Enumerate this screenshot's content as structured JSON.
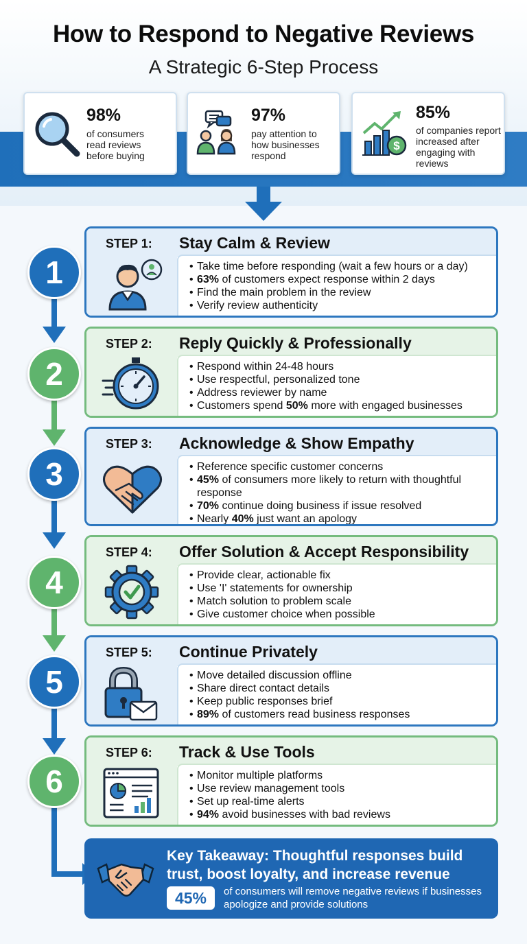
{
  "header": {
    "title": "How to Respond to Negative Reviews",
    "subtitle": "A Strategic 6-Step Process"
  },
  "stats": [
    {
      "value": "98%",
      "text": "of consumers read reviews before buying",
      "icon": "magnifier-icon"
    },
    {
      "value": "97%",
      "text": "pay attention to how businesses respond",
      "icon": "people-chat-icon"
    },
    {
      "value": "85%",
      "text": "of companies report increased after engaging with reviews",
      "icon": "growth-chart-icon"
    }
  ],
  "steps": [
    {
      "number": "1",
      "label": "STEP 1:",
      "title": "Stay Calm & Review",
      "icon": "person-icon",
      "bullets": [
        {
          "bold": "",
          "text": "Take time before responding (wait a few hours or a day)"
        },
        {
          "bold": "63%",
          "text": " of customers expect response within 2 days"
        },
        {
          "bold": "",
          "text": "Find the main problem in the review"
        },
        {
          "bold": "",
          "text": "Verify review authenticity"
        }
      ]
    },
    {
      "number": "2",
      "label": "STEP 2:",
      "title": "Reply Quickly & Professionally",
      "icon": "stopwatch-icon",
      "bullets": [
        {
          "bold": "",
          "text": "Respond within 24-48 hours"
        },
        {
          "bold": "",
          "text": "Use respectful, personalized tone"
        },
        {
          "bold": "",
          "text": "Address reviewer by name"
        },
        {
          "pre": "Customers spend ",
          "bold": "50%",
          "text": " more with engaged businesses"
        }
      ]
    },
    {
      "number": "3",
      "label": "STEP 3:",
      "title": "Acknowledge & Show Empathy",
      "icon": "heart-handshake-icon",
      "bullets": [
        {
          "bold": "",
          "text": "Reference specific customer concerns"
        },
        {
          "bold": "45%",
          "text": " of consumers more likely to return with thoughtful response"
        },
        {
          "bold": "70%",
          "text": " continue doing business if issue resolved"
        },
        {
          "pre": "Nearly ",
          "bold": "40%",
          "text": " just want an apology"
        }
      ]
    },
    {
      "number": "4",
      "label": "STEP 4:",
      "title": "Offer Solution & Accept Responsibility",
      "icon": "gear-check-icon",
      "bullets": [
        {
          "bold": "",
          "text": "Provide clear, actionable fix"
        },
        {
          "bold": "",
          "text": "Use 'I' statements for ownership"
        },
        {
          "bold": "",
          "text": "Match solution to problem scale"
        },
        {
          "bold": "",
          "text": "Give customer choice when possible"
        }
      ]
    },
    {
      "number": "5",
      "label": "STEP 5:",
      "title": "Continue Privately",
      "icon": "lock-envelope-icon",
      "bullets": [
        {
          "bold": "",
          "text": "Move detailed discussion offline"
        },
        {
          "bold": "",
          "text": "Share direct contact details"
        },
        {
          "bold": "",
          "text": "Keep public responses brief"
        },
        {
          "bold": "89%",
          "text": " of customers read business responses"
        }
      ]
    },
    {
      "number": "6",
      "label": "STEP 6:",
      "title": "Track & Use Tools",
      "icon": "dashboard-icon",
      "bullets": [
        {
          "bold": "",
          "text": "Monitor multiple platforms"
        },
        {
          "bold": "",
          "text": "Use review management tools"
        },
        {
          "bold": "",
          "text": "Set up real-time alerts"
        },
        {
          "bold": "94%",
          "text": " avoid businesses with bad reviews"
        }
      ]
    }
  ],
  "takeaway": {
    "title": "Key Takeaway: Thoughtful responses build trust, boost loyalty, and increase revenue",
    "stat": "45%",
    "text": "of consumers will remove negative reviews if businesses apologize and provide solutions",
    "icon": "handshake-icon"
  },
  "colors": {
    "blue": "#1f6fba",
    "green": "#5fb46d",
    "light_blue": "#e3eef9",
    "light_green": "#e6f3e7"
  }
}
